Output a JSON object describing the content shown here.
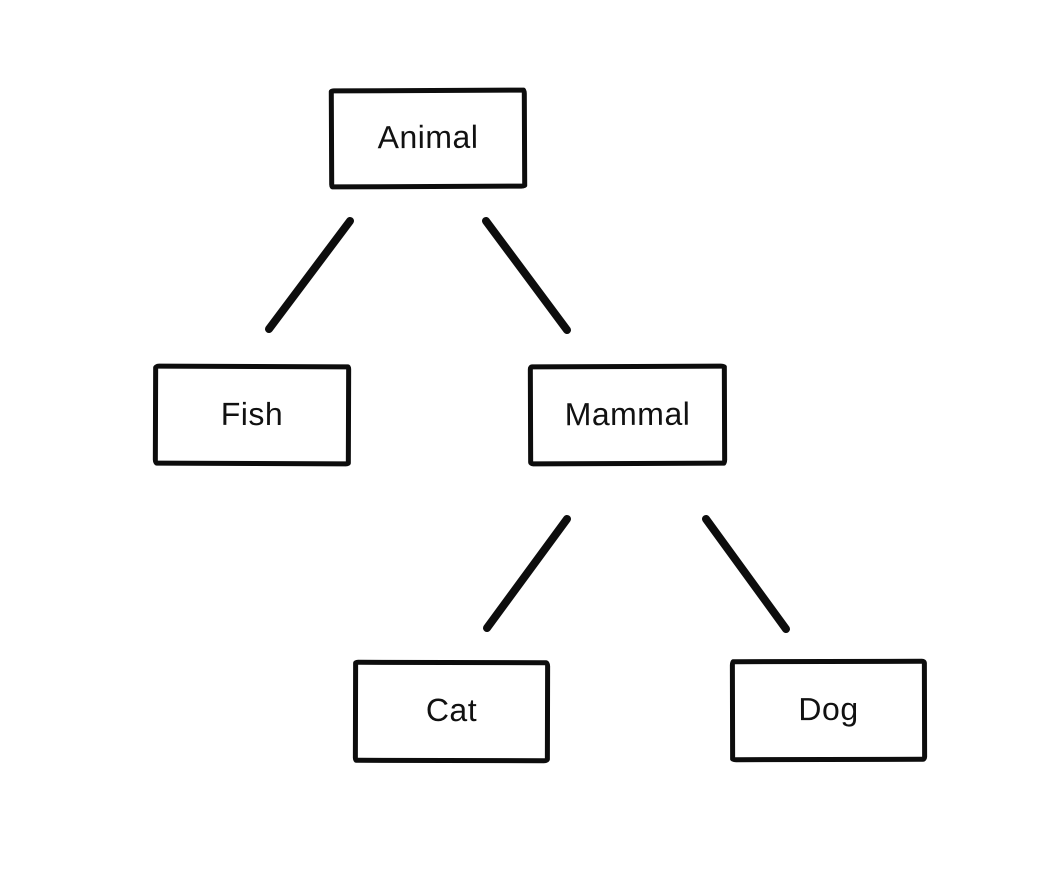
{
  "colors": {
    "background": "#ffffff",
    "stroke": "#0d0d0d",
    "text": "#111111"
  },
  "diagram": {
    "type": "tree",
    "nodes": [
      {
        "id": "animal",
        "label": "Animal"
      },
      {
        "id": "fish",
        "label": "Fish"
      },
      {
        "id": "mammal",
        "label": "Mammal"
      },
      {
        "id": "cat",
        "label": "Cat"
      },
      {
        "id": "dog",
        "label": "Dog"
      }
    ],
    "edges": [
      {
        "from": "animal",
        "to": "fish"
      },
      {
        "from": "animal",
        "to": "mammal"
      },
      {
        "from": "mammal",
        "to": "cat"
      },
      {
        "from": "mammal",
        "to": "dog"
      }
    ]
  }
}
